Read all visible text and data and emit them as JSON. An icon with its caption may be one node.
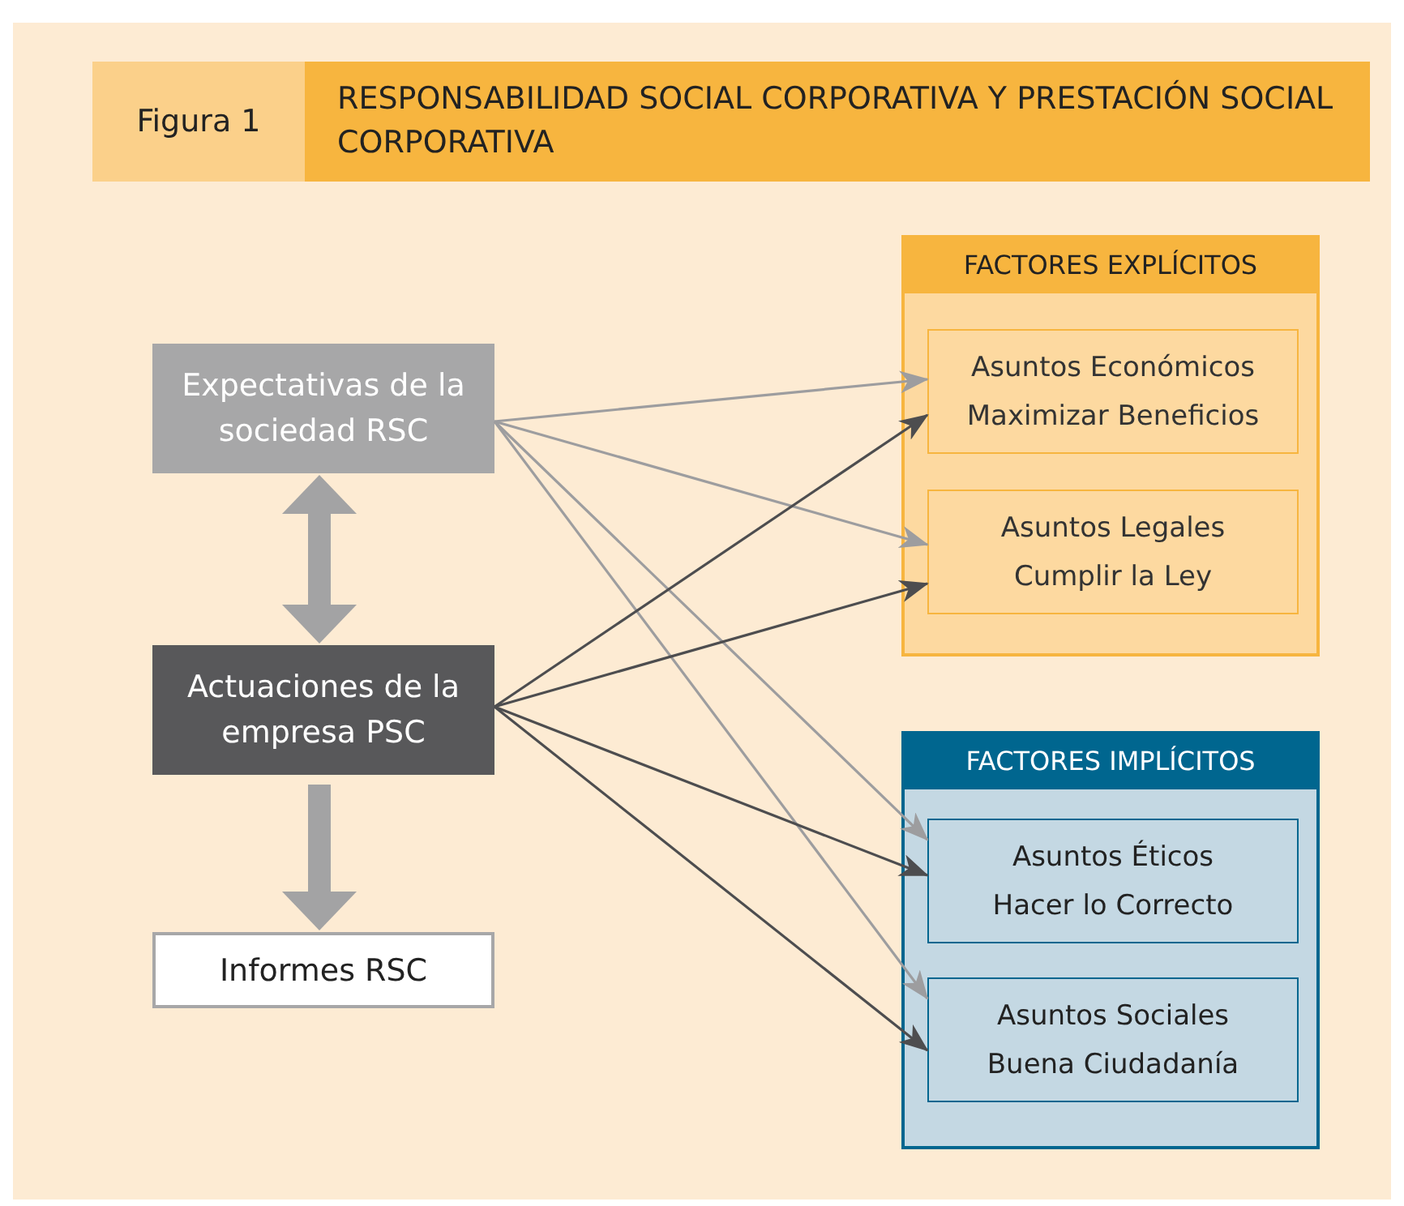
{
  "diagram": {
    "title": "RESPONSABILIDAD SOCIAL CORPORATIVA Y PRESTACIÓN SOCIAL CORPORATIVA",
    "nodes": [
      {
        "text": [
          "Expectativas de la sociedad RSC"
        ]
      },
      {
        "text": [
          "Actuaciones de la empresa PSC"
        ]
      },
      {
        "text": [
          "Informes RSC"
        ]
      },
      {
        "text": [
          "FACTORES EXPLÍCITOS"
        ]
      },
      {
        "text": [
          "Asuntos Económicos",
          "Maximizar Beneficios"
        ],
        "in": 3
      },
      {
        "text": [
          "Asuntos Legales",
          "Cumplir la Ley"
        ],
        "in": 3
      },
      {
        "text": [
          "FACTORES IMPLÍCITOS"
        ]
      },
      {
        "text": [
          "Asuntos Éticos",
          "Hacer lo Correcto"
        ],
        "in": 6
      },
      {
        "text": [
          "Asuntos Sociales",
          "Buena Ciudadanía"
        ],
        "in": 6
      }
    ],
    "edges": [
      {
        "from": 0,
        "to": 1,
        "arrow": "both",
        "style": "thick",
        "color": "#a3a3a4"
      },
      {
        "from": 1,
        "to": 2,
        "arrow": "to",
        "style": "thick",
        "color": "#a3a3a4"
      },
      {
        "from": 0,
        "to": 4,
        "arrow": "to",
        "color": "#9d9d9f"
      },
      {
        "from": 0,
        "to": 5,
        "arrow": "to",
        "color": "#9d9d9f"
      },
      {
        "from": 0,
        "to": 7,
        "arrow": "to",
        "color": "#9d9d9f"
      },
      {
        "from": 0,
        "to": 8,
        "arrow": "to",
        "color": "#9d9d9f"
      },
      {
        "from": 1,
        "to": 4,
        "arrow": "to",
        "color": "#4d4d4f"
      },
      {
        "from": 1,
        "to": 5,
        "arrow": "to",
        "color": "#4d4d4f"
      },
      {
        "from": 1,
        "to": 7,
        "arrow": "to",
        "color": "#4d4d4f"
      },
      {
        "from": 1,
        "to": 8,
        "arrow": "to",
        "color": "#4d4d4f"
      }
    ],
    "labels": [
      "Figura 1"
    ]
  }
}
